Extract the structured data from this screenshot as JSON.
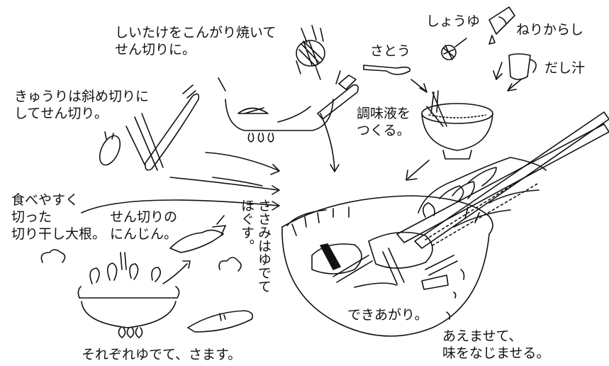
{
  "colors": {
    "ink": "#111111",
    "paper": "#ffffff"
  },
  "labels": {
    "shiitake": [
      "しいたけをこんがり焼いて",
      "せん切りに。"
    ],
    "shoyu": "しょうゆ",
    "karashi": "ねりからし",
    "sato": "さとう",
    "dashi": "だし汁",
    "kyuri": [
      "きゅうりは斜め切りに",
      "してせん切り。"
    ],
    "chomi": [
      "調味液を",
      "つくる。"
    ],
    "daikon": [
      "食べやすく",
      "切った",
      "切り干し大根。"
    ],
    "ninjin": [
      "せん切りの",
      "にんじん。"
    ],
    "sasami": [
      "ささみはゆでて",
      "ほぐす。"
    ],
    "dekiagari": "できあがり。",
    "yudete": "それぞれゆでて、さます。",
    "aemasete": [
      "あえませて、",
      "味をなじませる。"
    ]
  }
}
